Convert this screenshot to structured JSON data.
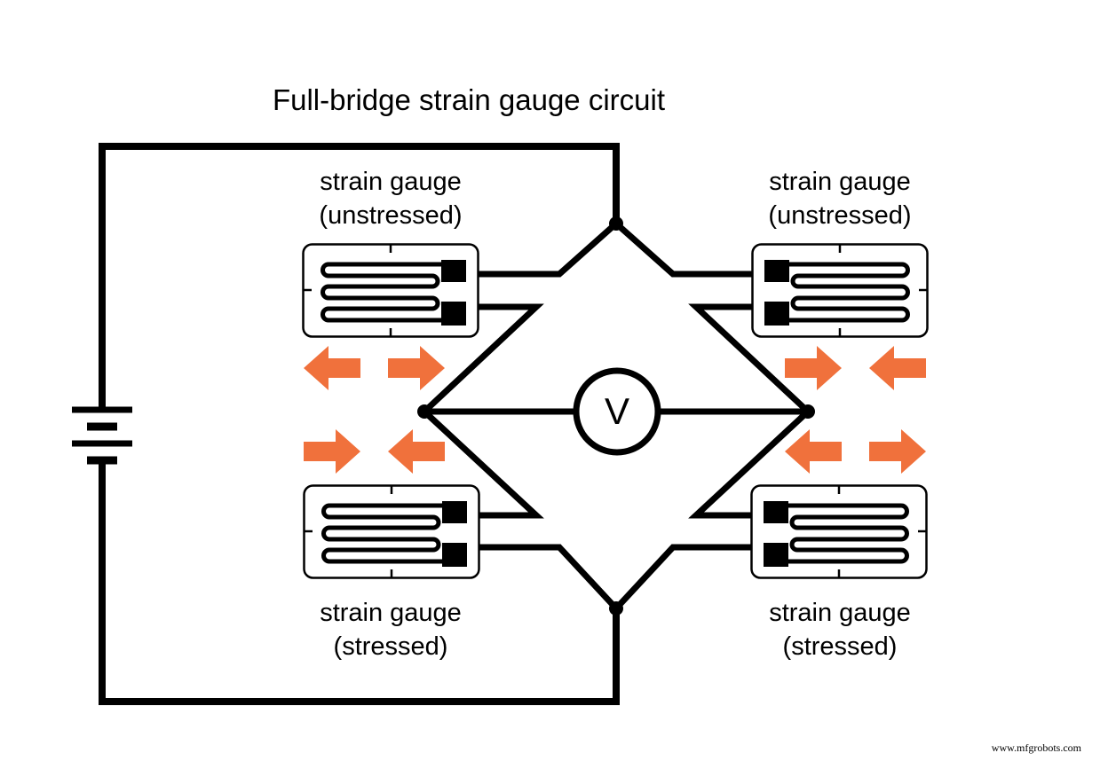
{
  "title": "Full-bridge strain gauge circuit",
  "meter": {
    "label": "V"
  },
  "gauges": {
    "top_left": {
      "line1": "strain gauge",
      "line2": "(unstressed)"
    },
    "top_right": {
      "line1": "strain gauge",
      "line2": "(unstressed)"
    },
    "bottom_left": {
      "line1": "strain gauge",
      "line2": "(stressed)"
    },
    "bottom_right": {
      "line1": "strain gauge",
      "line2": "(stressed)"
    }
  },
  "arrows": {
    "left_top": {
      "directions": [
        "left",
        "right"
      ]
    },
    "left_bottom": {
      "directions": [
        "right",
        "left"
      ]
    },
    "right_top": {
      "directions": [
        "right",
        "left"
      ]
    },
    "right_bottom": {
      "directions": [
        "left",
        "right"
      ]
    }
  },
  "watermark": "www.mfgrobots.com",
  "colors": {
    "wire": "#000000",
    "arrow": "#F0713C",
    "background": "#FFFFFF"
  }
}
